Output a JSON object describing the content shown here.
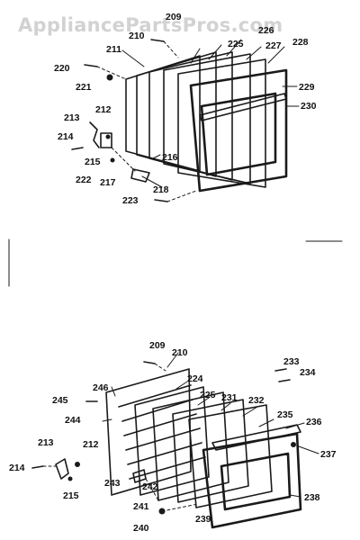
{
  "watermark": {
    "text": "AppliancePartsPros.com"
  },
  "colors": {
    "ink": "#1a1a1a",
    "watermark": "#d2d2d2",
    "background": "#ffffff"
  },
  "top_diagram": {
    "labels": [
      "209",
      "210",
      "211",
      "220",
      "221",
      "225",
      "226",
      "227",
      "228",
      "229",
      "230",
      "213",
      "212",
      "214",
      "215",
      "216",
      "222",
      "217",
      "218",
      "223"
    ]
  },
  "bottom_diagram": {
    "labels": [
      "209",
      "210",
      "233",
      "234",
      "246",
      "224",
      "245",
      "225",
      "231",
      "232",
      "235",
      "236",
      "244",
      "213",
      "212",
      "214",
      "215",
      "243",
      "242",
      "237",
      "241",
      "239",
      "238",
      "240"
    ]
  }
}
